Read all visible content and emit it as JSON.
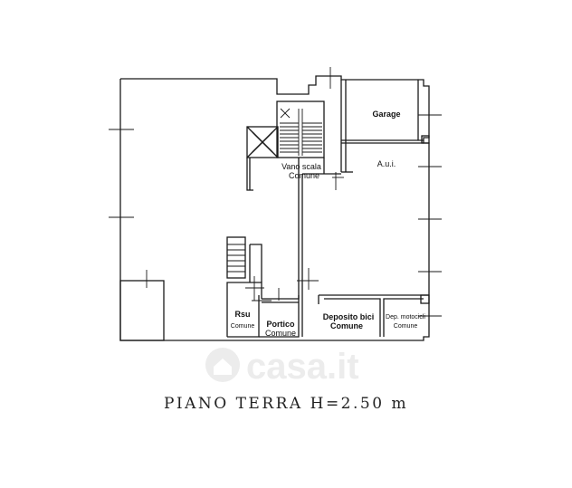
{
  "rooms": {
    "garage": "Garage",
    "aui": "A.u.i.",
    "vano_scala_1": "Vano scala",
    "vano_scala_2": "Comune",
    "rsu_1": "Rsu",
    "rsu_2": "Comune",
    "portico_1": "Portico",
    "portico_2": "Comune",
    "deposito_1": "Deposito bici",
    "deposito_2": "Comune",
    "moto_1": "Dep. motocicli",
    "moto_2": "Comune"
  },
  "watermark": "casa.it",
  "caption": "PIANO TERRA H=2.50 m",
  "colors": {
    "line": "#1a1a1a",
    "watermark": "#e6e6e6"
  }
}
